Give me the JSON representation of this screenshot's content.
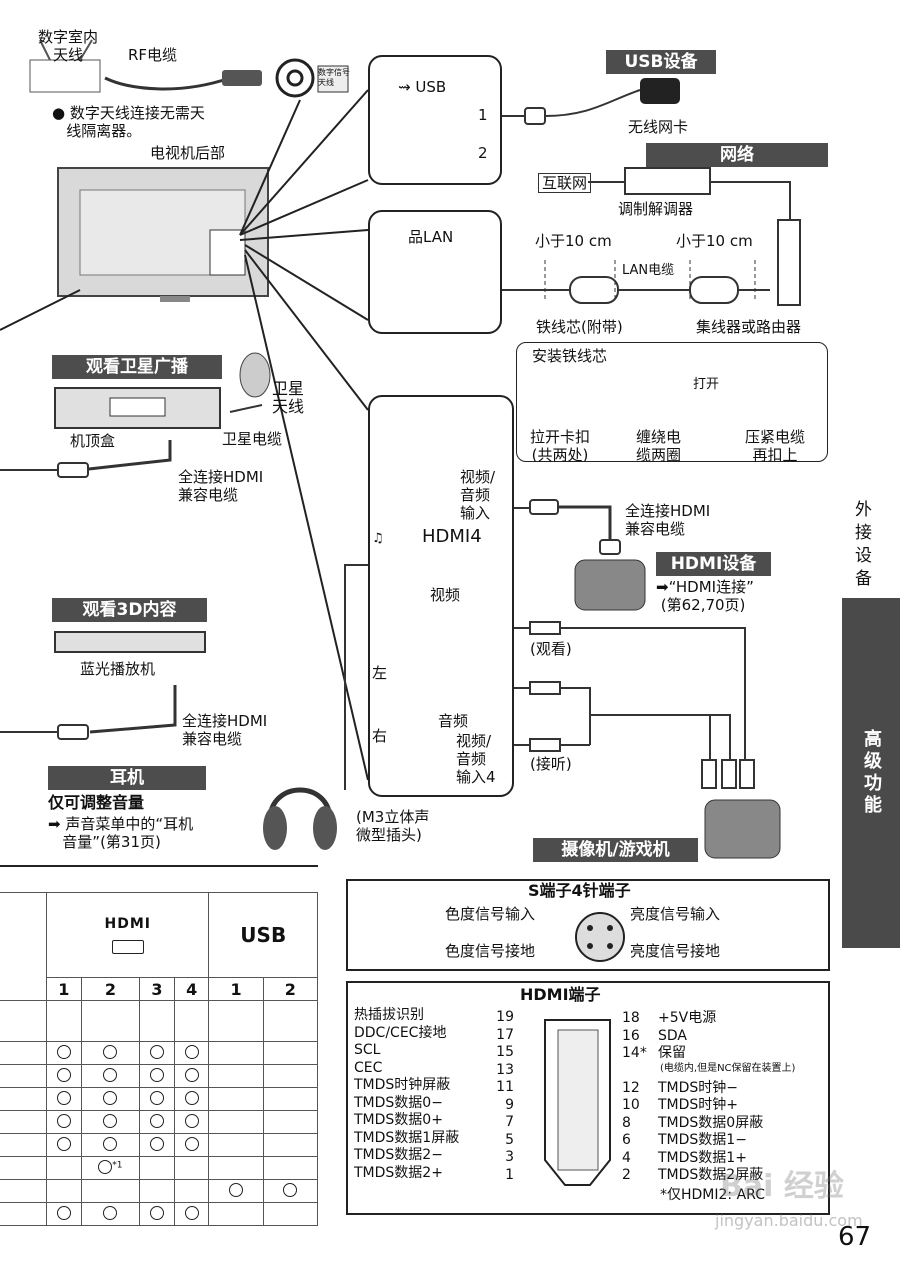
{
  "top": {
    "antenna": "数字室内\n天线",
    "rf_cable": "RF电缆",
    "digital_badge": "数字信号\n天线",
    "note": "● 数字天线连接无需天\n   线隔离器。",
    "tv_back": "电视机后部"
  },
  "usb": {
    "header": "USB设备",
    "port_label": "USB",
    "port1": "1",
    "port2": "2",
    "device": "无线网卡"
  },
  "network": {
    "header": "网络",
    "internet": "互联网",
    "modem": "调制解调器",
    "lan_label": "LAN",
    "length_left": "小于10 cm",
    "length_right": "小于10 cm",
    "lan_cable": "LAN电缆",
    "ferrite": "铁线芯(附带)",
    "hub": "集线器或路由器"
  },
  "ferrite_install": {
    "title": "安装铁线芯",
    "step1": "拉开卡扣\n(共两处)",
    "step2": "缠绕电\n缆两圈",
    "open": "打开",
    "step3": "压紧电缆\n再扣上"
  },
  "satellite": {
    "header": "观看卫星广播",
    "dish": "卫星\n天线",
    "stb": "机顶盒",
    "sat_cable": "卫星电缆",
    "hdmi_cable": "全连接HDMI\n兼容电缆"
  },
  "three_d": {
    "header": "观看3D内容",
    "player": "蓝光播放机",
    "hdmi_cable": "全连接HDMI\n兼容电缆"
  },
  "headphone": {
    "header": "耳机",
    "bold": "仅可调整音量",
    "note": "➡ 声音菜单中的“耳机\n   音量”(第31页)",
    "plug": "(M3立体声\n微型插头)"
  },
  "panel": {
    "av_in": "视频/\n音频\n输入",
    "hdmi4": "HDMI4",
    "video": "视频",
    "left": "左",
    "right": "右",
    "audio": "音频",
    "av_in4": "视频/\n音频\n输入4"
  },
  "hdmi_device": {
    "cable": "全连接HDMI\n兼容电缆",
    "header": "HDMI设备",
    "ref": "➡“HDMI连接”\n (第62,70页)",
    "watch": "(观看)",
    "listen": "(接听)",
    "cam_header": "摄像机/游戏机"
  },
  "side": {
    "tab1": "外接设备",
    "tab2": "高级功能",
    "page": "67"
  },
  "table": {
    "hdmi_logo": "HDMI",
    "usb": "USB",
    "cols": [
      "1",
      "2",
      "3",
      "4",
      "1",
      "2"
    ],
    "note": "*1",
    "rows": [
      [
        "",
        "",
        "",
        "",
        "",
        ""
      ],
      [
        "○",
        "○",
        "○",
        "○",
        "",
        ""
      ],
      [
        "○",
        "○",
        "○",
        "○",
        "",
        ""
      ],
      [
        "○",
        "○",
        "○",
        "○",
        "",
        ""
      ],
      [
        "○",
        "○",
        "○",
        "○",
        "",
        ""
      ],
      [
        "○",
        "○",
        "○",
        "○",
        "",
        ""
      ],
      [
        "",
        "○*1",
        "",
        "",
        "",
        ""
      ],
      [
        "",
        "",
        "",
        "",
        "○",
        "○"
      ],
      [
        "○",
        "○",
        "○",
        "○",
        "",
        ""
      ]
    ]
  },
  "svideo": {
    "title": "S端子4针端子",
    "chroma_in": "色度信号输入",
    "luma_in": "亮度信号输入",
    "chroma_gnd": "色度信号接地",
    "luma_gnd": "亮度信号接地"
  },
  "hdmi_pins": {
    "title": "HDMI端子",
    "left_labels": [
      "热插拔识别",
      "DDC/CEC接地",
      "SCL",
      "CEC",
      "TMDS时钟屏蔽",
      "TMDS数据0−",
      "TMDS数据0+",
      "TMDS数据1屏蔽",
      "TMDS数据2−",
      "TMDS数据2+"
    ],
    "left_nums": [
      "19",
      "17",
      "15",
      "13",
      "11",
      "9",
      "7",
      "5",
      "3",
      "1"
    ],
    "right_nums": [
      "18",
      "16",
      "14*",
      "12",
      "10",
      "8",
      "6",
      "4",
      "2"
    ],
    "right_labels": [
      "+5V电源",
      "SDA",
      "保留",
      "TMDS时钟−",
      "TMDS时钟+",
      "TMDS数据0屏蔽",
      "TMDS数据1−",
      "TMDS数据1+",
      "TMDS数据2屏蔽"
    ],
    "reserved_note": "(电缆内,但是NC保留在装置上)",
    "arc": "*仅HDMI2: ARC"
  },
  "watermark": {
    "brand": "Bai 经验",
    "url": "jingyan.baidu.com"
  }
}
